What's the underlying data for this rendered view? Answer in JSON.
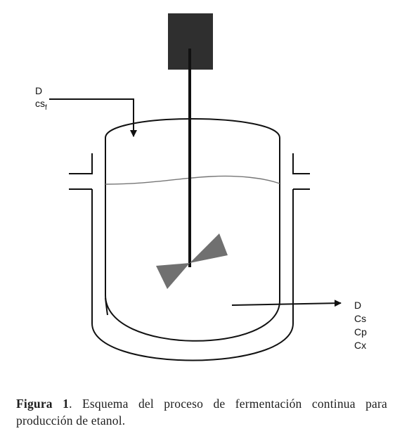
{
  "diagram": {
    "inlet_labels": {
      "flow": "D",
      "substrate_base": "cs",
      "substrate_sub": "f"
    },
    "outlet_labels": [
      "D",
      "Cs",
      "Cp",
      "Cx"
    ]
  },
  "caption": {
    "label": "Figura 1",
    "text": ". Esquema del proceso de fermentación continua para producción de etanol."
  },
  "colors": {
    "line": "#111111",
    "liquid": "#777777",
    "impeller": "#707070",
    "motor": "#2f2f2f"
  }
}
